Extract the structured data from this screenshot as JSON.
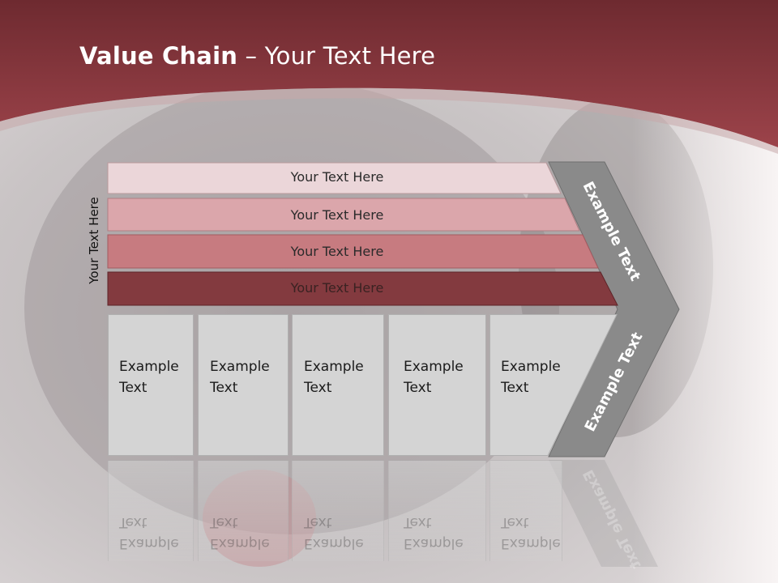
{
  "title": {
    "bold": "Value Chain",
    "rest": " – Your Text Here"
  },
  "side_label": "Your Text Here",
  "bars": [
    {
      "label": "Your Text Here",
      "fill": "#ebd6d9",
      "text_color": "#2a2a2a"
    },
    {
      "label": "Your Text Here",
      "fill": "#dba6ab",
      "text_color": "#2a2a2a"
    },
    {
      "label": "Your Text Here",
      "fill": "#c77b80",
      "text_color": "#2a2a2a"
    },
    {
      "label": "Your Text Here",
      "fill": "#833a3f",
      "text_color": "#3a2222"
    }
  ],
  "columns": [
    {
      "line1": "Example",
      "line2": "Text"
    },
    {
      "line1": "Example",
      "line2": "Text"
    },
    {
      "line1": "Example",
      "line2": "Text"
    },
    {
      "line1": "Example",
      "line2": "Text"
    },
    {
      "line1": "Example",
      "line2": "Text"
    }
  ],
  "chevron": {
    "upper_label": "Example Text",
    "lower_label": "Example Text",
    "fill": "#8a8a8a"
  },
  "colors": {
    "header": "#8e3a41",
    "accent": "#b0666c"
  }
}
